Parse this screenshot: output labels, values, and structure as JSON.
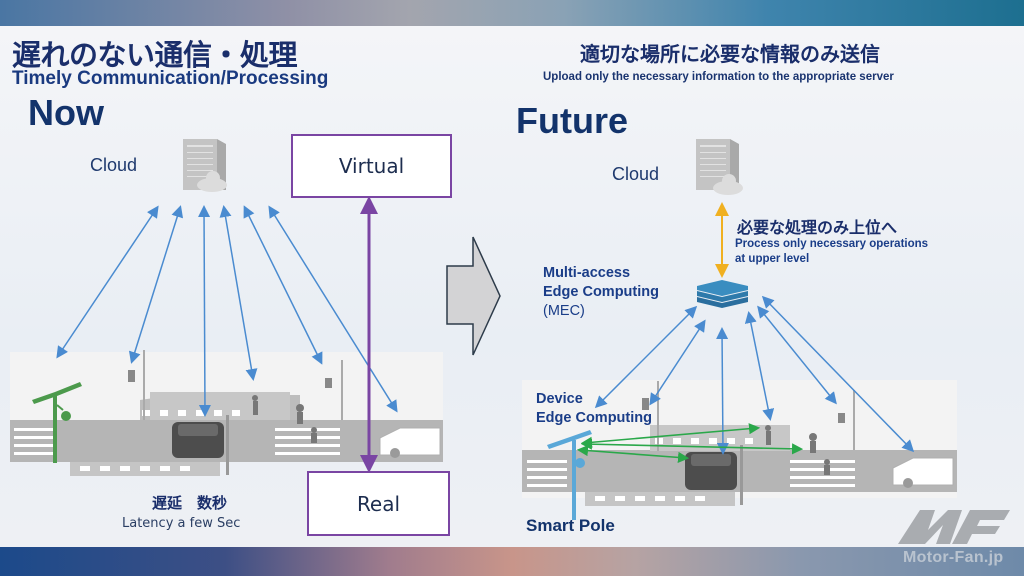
{
  "header": {
    "title_jp": "遅れのない通信・処理",
    "title_en": "Timely Communication/Processing",
    "subtitle_jp": "適切な場所に必要な情報のみ送信",
    "subtitle_en": "Upload only the necessary information to the appropriate server"
  },
  "now": {
    "heading": "Now",
    "cloud_label": "Cloud",
    "virtual_label": "Virtual",
    "real_label": "Real",
    "latency_jp": "遅延　数秒",
    "latency_en": "Latency  a few Sec",
    "icons": [
      "server-icon",
      "cloud-icon",
      "smart-pole-icon",
      "traffic-light-icon",
      "car-icon",
      "pedestrian-icon"
    ]
  },
  "future": {
    "heading": "Future",
    "cloud_label": "Cloud",
    "upper_jp": "必要な処理のみ上位へ",
    "upper_en_line1": "Process only necessary operations",
    "upper_en_line2": "at upper level",
    "mec_line1": "Multi-access",
    "mec_line2": "Edge Computing",
    "mec_line3": "(MEC)",
    "device_line1": "Device",
    "device_line2": "Edge Computing",
    "smart_pole": "Smart Pole",
    "icons": [
      "server-icon",
      "cloud-icon",
      "mec-server-icon",
      "smart-pole-icon",
      "car-icon",
      "pedestrian-icon"
    ]
  },
  "colors": {
    "title": "#1a2e6b",
    "blue_arrow": "#4a8bd0",
    "purple_arrow": "#7a45a3",
    "orange_arrow": "#f0b020",
    "green_arrow": "#2aa84a",
    "smart_pole_now": "#4c9a4c",
    "smart_pole_future": "#5aa8d8"
  },
  "watermark": {
    "text": "Motor-Fan.jp"
  }
}
